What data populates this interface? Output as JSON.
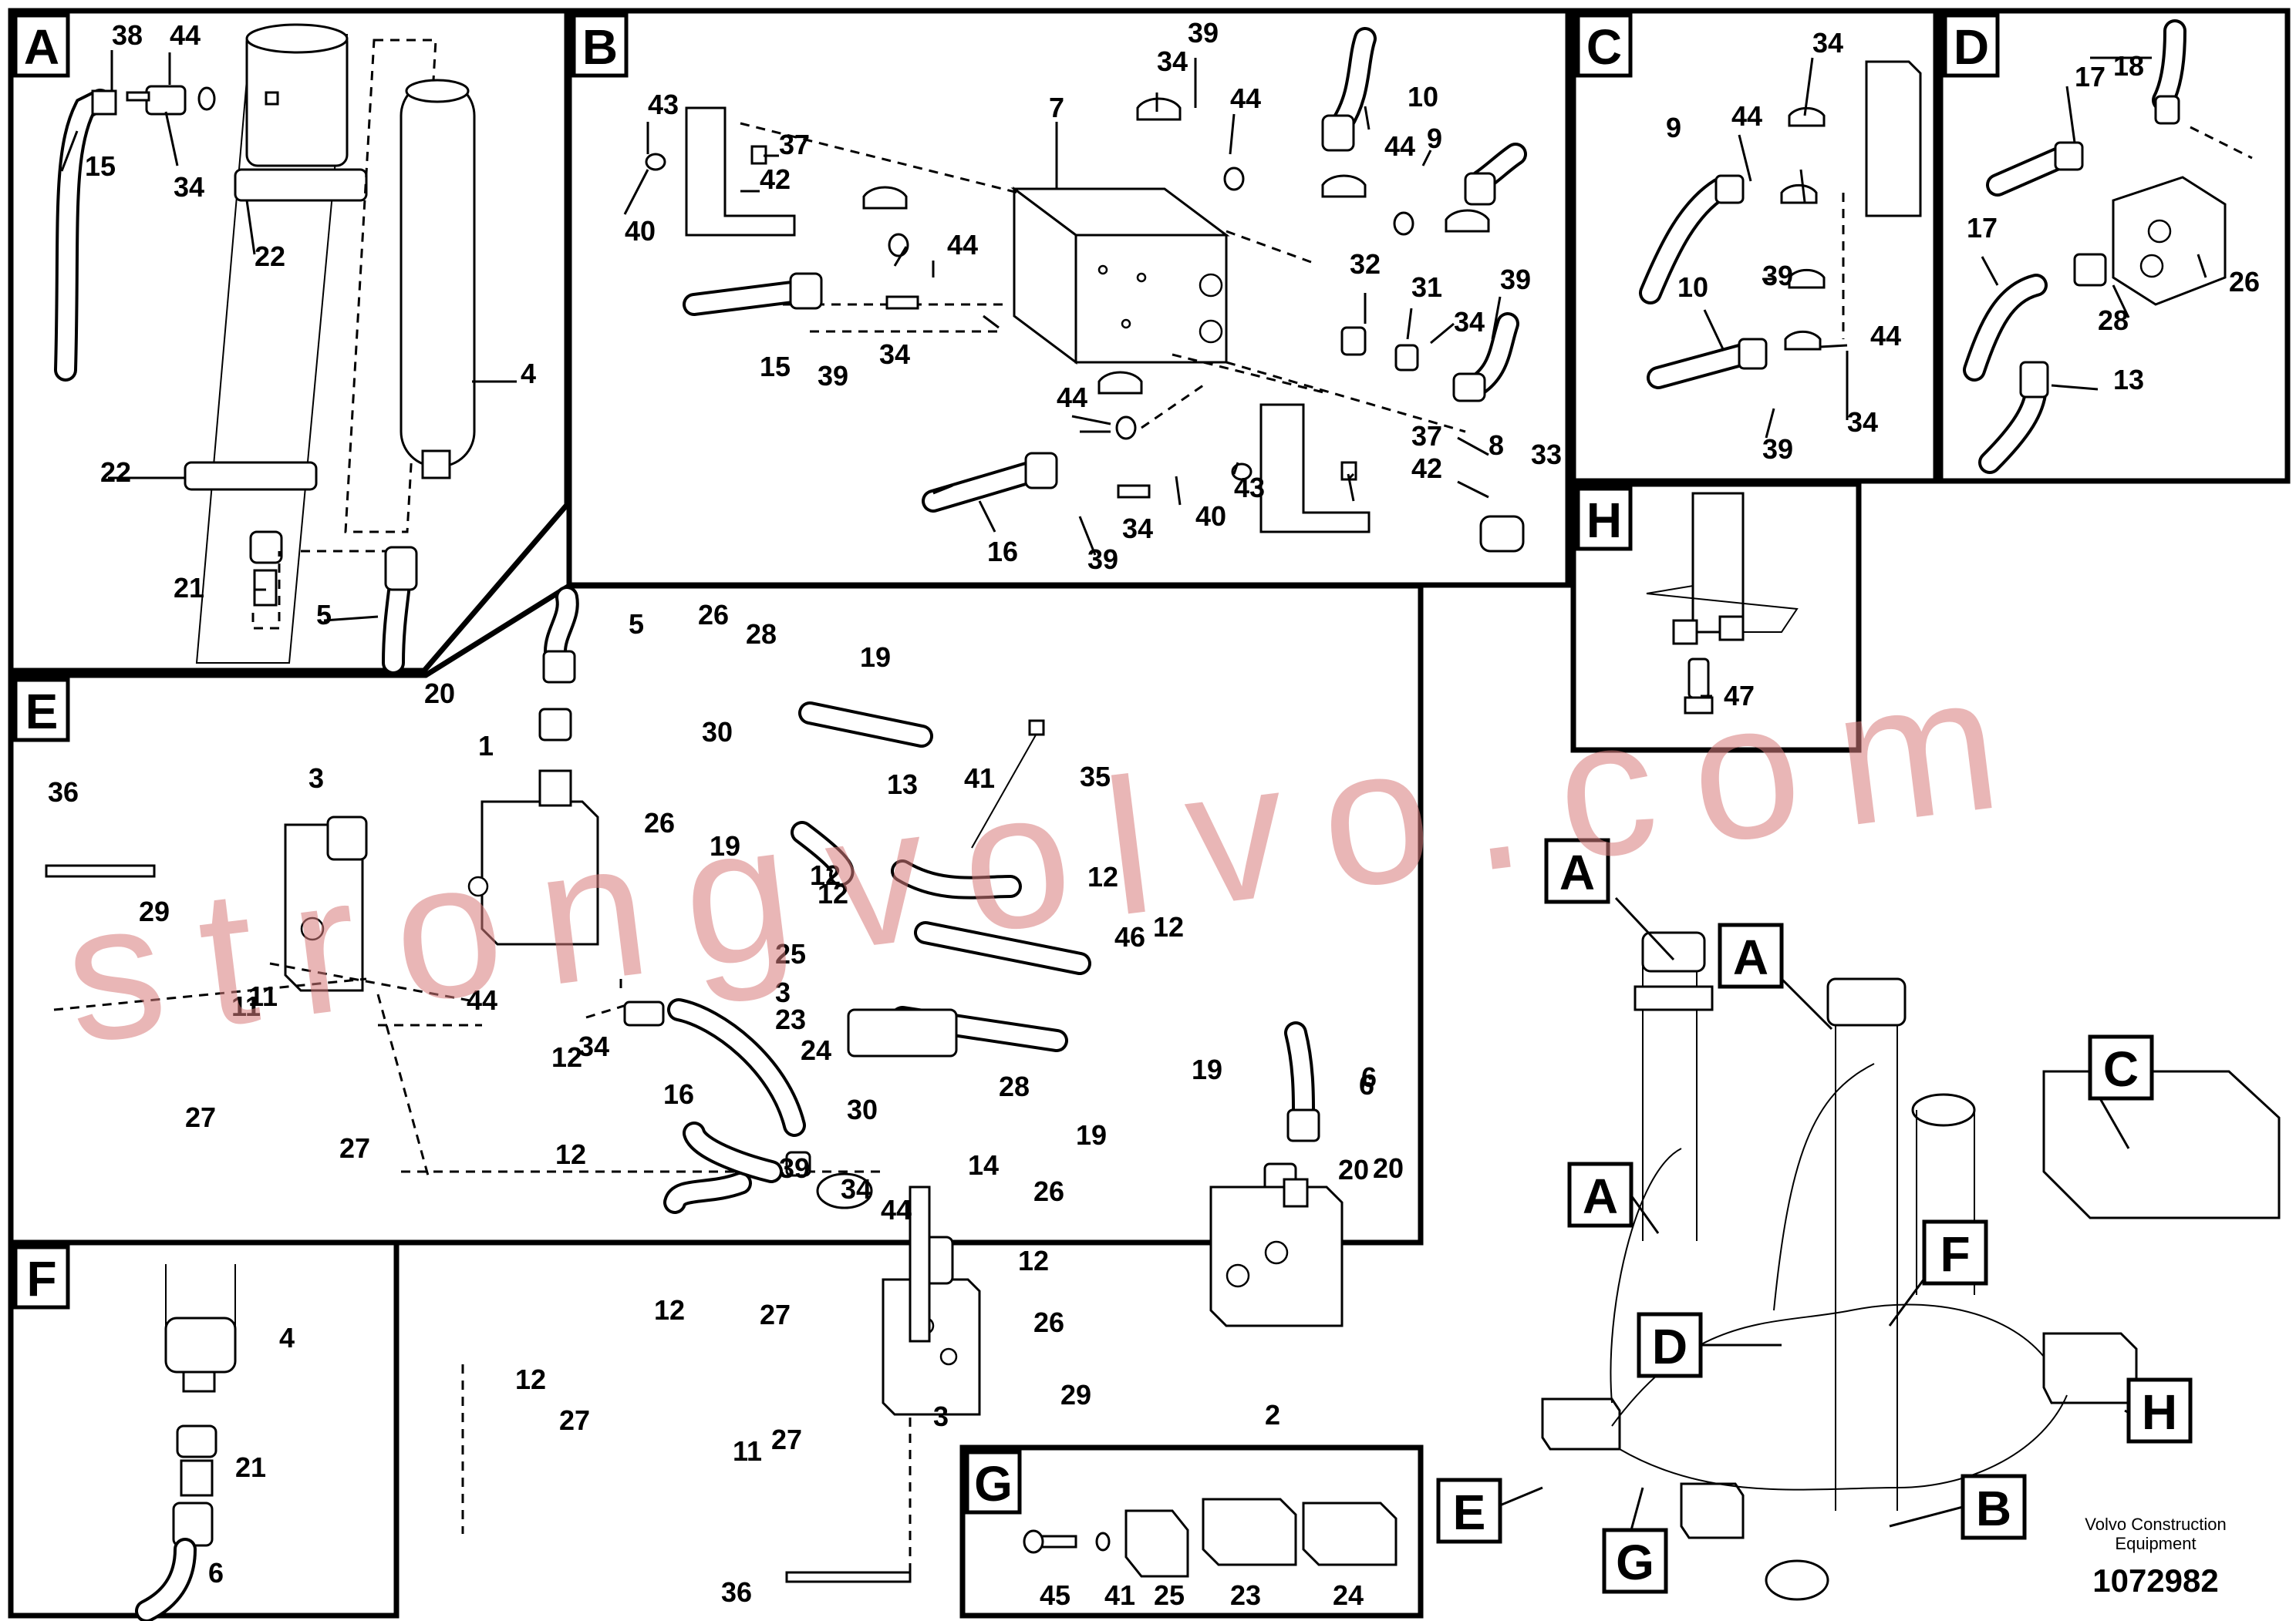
{
  "panels": {
    "A": {
      "tag": "A",
      "labels": [
        "38",
        "44",
        "15",
        "34",
        "22",
        "22",
        "21",
        "5",
        "4"
      ]
    },
    "B": {
      "tag": "B",
      "labels": [
        "43",
        "40",
        "37",
        "42",
        "34",
        "39",
        "44",
        "10",
        "7",
        "9",
        "44",
        "15",
        "39",
        "34",
        "44",
        "32",
        "31",
        "34",
        "39",
        "8",
        "33",
        "16",
        "39",
        "34",
        "44",
        "40",
        "43",
        "37",
        "42"
      ]
    },
    "C": {
      "tag": "C",
      "labels": [
        "34",
        "9",
        "44",
        "39",
        "10",
        "44",
        "39",
        "34"
      ]
    },
    "D": {
      "tag": "D",
      "labels": [
        "18",
        "17",
        "17",
        "26",
        "28",
        "13"
      ]
    },
    "E": {
      "tag": "E",
      "labels": [
        "5",
        "26",
        "28",
        "19",
        "20",
        "30",
        "13",
        "1",
        "41",
        "35",
        "3",
        "36",
        "26",
        "19",
        "29",
        "11",
        "12",
        "12",
        "12",
        "12",
        "46",
        "25",
        "3",
        "44",
        "34",
        "23",
        "24",
        "27",
        "12",
        "11",
        "27",
        "12",
        "16",
        "6",
        "19",
        "20",
        "28",
        "19",
        "30",
        "14",
        "26",
        "20",
        "39",
        "34",
        "44",
        "12",
        "26",
        "12",
        "27",
        "12",
        "27",
        "3",
        "29",
        "11",
        "27",
        "36",
        "2",
        "6"
      ]
    },
    "F": {
      "tag": "F",
      "labels": [
        "4",
        "21",
        "6"
      ]
    },
    "G": {
      "tag": "G",
      "labels": [
        "45",
        "41",
        "25",
        "23",
        "24"
      ]
    },
    "H": {
      "tag": "H",
      "labels": [
        "47"
      ]
    },
    "overview": {
      "tags": [
        "A",
        "A",
        "A",
        "C",
        "F",
        "D",
        "H",
        "E",
        "G",
        "B"
      ]
    }
  },
  "watermark": "strongvolvo.com",
  "brand_line1": "Volvo Construction",
  "brand_line2": "Equipment",
  "document_number": "1072982",
  "colors": {
    "line": "#000000",
    "background": "#ffffff",
    "watermark": "#d87c7c"
  }
}
